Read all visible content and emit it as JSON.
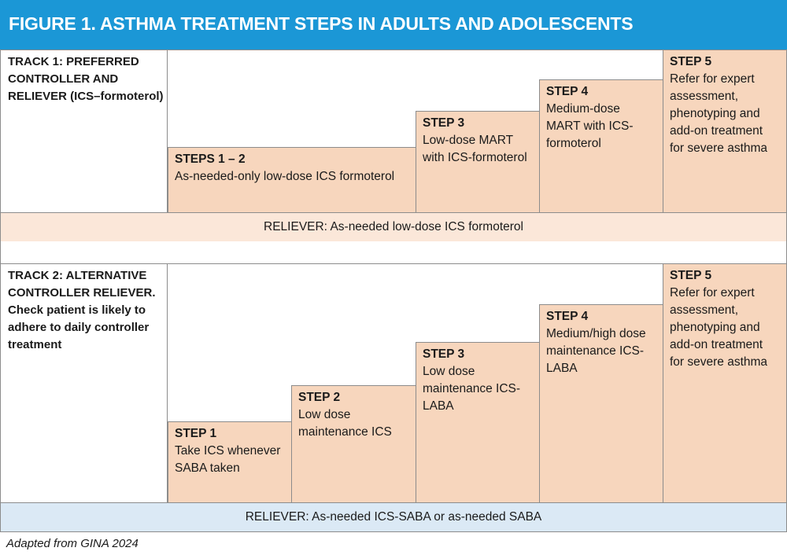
{
  "title": "FIGURE 1. ASTHMA TREATMENT STEPS IN ADULTS AND ADOLESCENTS",
  "track1": {
    "label": "TRACK 1: PREFERRED CONTROLLER AND RELIEVER (ICS–formoterol)",
    "steps": [
      {
        "title": "STEPS 1 – 2",
        "text": "As-needed-only low-dose ICS formoterol"
      },
      {
        "title": "STEP 3",
        "text": "Low-dose MART with ICS-formoterol"
      },
      {
        "title": "STEP 4",
        "text": "Medium-dose MART with ICS-formoterol"
      },
      {
        "title": "STEP 5",
        "text": "Refer for expert assessment, phenotyping and add-on treatment for severe asthma"
      }
    ],
    "reliever": "RELIEVER: As-needed low-dose ICS formoterol"
  },
  "track2": {
    "label": "TRACK 2: ALTERNATIVE CONTROLLER RELIEVER. Check patient is likely to adhere to daily controller treatment",
    "steps": [
      {
        "title": "STEP 1",
        "text": "Take ICS whenever SABA taken"
      },
      {
        "title": "STEP 2",
        "text": "Low dose maintenance ICS"
      },
      {
        "title": "STEP 3",
        "text": "Low dose maintenance ICS-LABA"
      },
      {
        "title": "STEP 4",
        "text": "Medium/high dose maintenance ICS-LABA"
      },
      {
        "title": "STEP 5",
        "text": "Refer for expert assessment, phenotyping and add-on treatment for severe asthma"
      }
    ],
    "reliever": "RELIEVER: As-needed ICS-SABA or as-needed SABA"
  },
  "caption": "Adapted from GINA 2024"
}
